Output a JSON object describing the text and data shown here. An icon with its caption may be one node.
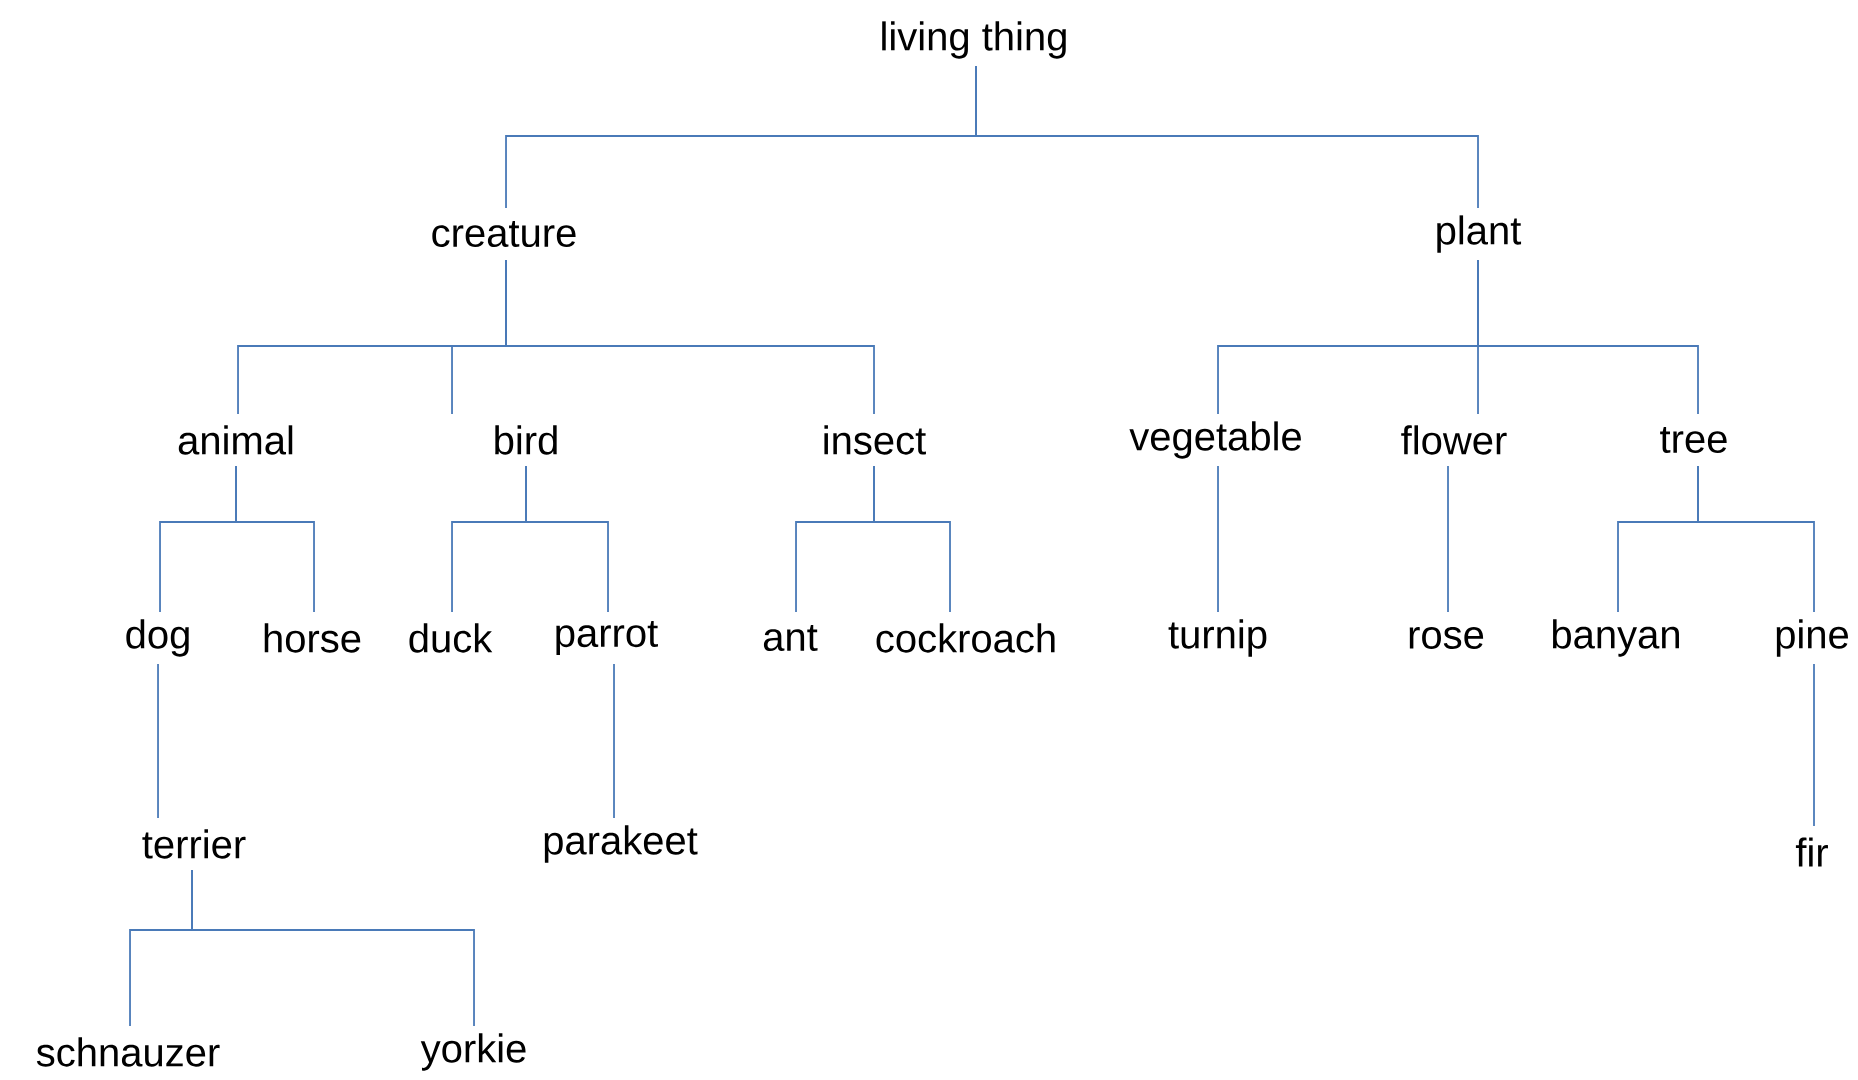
{
  "diagram": {
    "nodes": [
      {
        "text": [
          "living thing"
        ]
      },
      {
        "text": [
          "creature"
        ]
      },
      {
        "text": [
          "plant"
        ]
      },
      {
        "text": [
          "animal"
        ]
      },
      {
        "text": [
          "bird"
        ]
      },
      {
        "text": [
          "insect"
        ]
      },
      {
        "text": [
          "vegetable"
        ]
      },
      {
        "text": [
          "flower"
        ]
      },
      {
        "text": [
          "tree"
        ]
      },
      {
        "text": [
          "dog"
        ]
      },
      {
        "text": [
          "horse"
        ]
      },
      {
        "text": [
          "duck"
        ]
      },
      {
        "text": [
          "parrot"
        ]
      },
      {
        "text": [
          "ant"
        ]
      },
      {
        "text": [
          "cockroach"
        ]
      },
      {
        "text": [
          "turnip"
        ]
      },
      {
        "text": [
          "rose"
        ]
      },
      {
        "text": [
          "banyan"
        ]
      },
      {
        "text": [
          "pine"
        ]
      },
      {
        "text": [
          "terrier"
        ]
      },
      {
        "text": [
          "parakeet"
        ]
      },
      {
        "text": [
          "fir"
        ]
      },
      {
        "text": [
          "schnauzer"
        ]
      },
      {
        "text": [
          "yorkie"
        ]
      }
    ],
    "edges": [
      {
        "from": 0,
        "to": 1,
        "arrow": "none"
      },
      {
        "from": 0,
        "to": 2,
        "arrow": "none"
      },
      {
        "from": 1,
        "to": 3,
        "arrow": "none"
      },
      {
        "from": 1,
        "to": 4,
        "arrow": "none"
      },
      {
        "from": 1,
        "to": 5,
        "arrow": "none"
      },
      {
        "from": 2,
        "to": 6,
        "arrow": "none"
      },
      {
        "from": 2,
        "to": 7,
        "arrow": "none"
      },
      {
        "from": 2,
        "to": 8,
        "arrow": "none"
      },
      {
        "from": 3,
        "to": 9,
        "arrow": "none"
      },
      {
        "from": 3,
        "to": 10,
        "arrow": "none"
      },
      {
        "from": 4,
        "to": 11,
        "arrow": "none"
      },
      {
        "from": 4,
        "to": 12,
        "arrow": "none"
      },
      {
        "from": 5,
        "to": 13,
        "arrow": "none"
      },
      {
        "from": 5,
        "to": 14,
        "arrow": "none"
      },
      {
        "from": 6,
        "to": 15,
        "arrow": "none"
      },
      {
        "from": 7,
        "to": 16,
        "arrow": "none"
      },
      {
        "from": 8,
        "to": 17,
        "arrow": "none"
      },
      {
        "from": 8,
        "to": 18,
        "arrow": "none"
      },
      {
        "from": 9,
        "to": 19,
        "arrow": "none"
      },
      {
        "from": 12,
        "to": 20,
        "arrow": "none"
      },
      {
        "from": 18,
        "to": 21,
        "arrow": "none"
      },
      {
        "from": 19,
        "to": 22,
        "arrow": "none"
      },
      {
        "from": 19,
        "to": 23,
        "arrow": "none"
      }
    ]
  }
}
